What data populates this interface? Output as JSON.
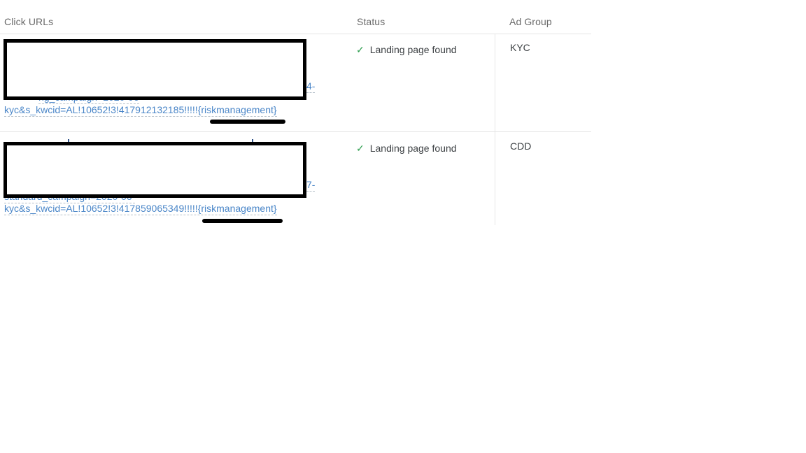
{
  "table": {
    "columns": [
      {
        "label": "Click URLs"
      },
      {
        "label": "Status"
      },
      {
        "label": "Ad Group"
      }
    ],
    "rows": [
      {
        "url_occluded_fragment": "ng_campaign=2020-06",
        "url_tail_fragment": "4-",
        "url_visible_line": "kyc&s_kwcid=AL!10652!3!417912132185!!!!!{riskmanagement}",
        "status": {
          "icon": "check-icon",
          "glyph": "✓",
          "label": "Landing page found"
        },
        "ad_group": "KYC"
      },
      {
        "url_occluded_fragment": "standard_campaign=2020-06-",
        "url_tail_fragment": "7-",
        "url_visible_line": "kyc&s_kwcid=AL!10652!3!417859065349!!!!!{riskmanagement}",
        "status": {
          "icon": "check-icon",
          "glyph": "✓",
          "label": "Landing page found"
        },
        "ad_group": "CDD"
      }
    ]
  },
  "colors": {
    "link_blue": "#4a86c8",
    "status_green": "#2e9e4f",
    "cell_text": "#3c4043",
    "header_gray": "#696969",
    "divider": "#e4e4e4",
    "redaction": "#000000"
  }
}
